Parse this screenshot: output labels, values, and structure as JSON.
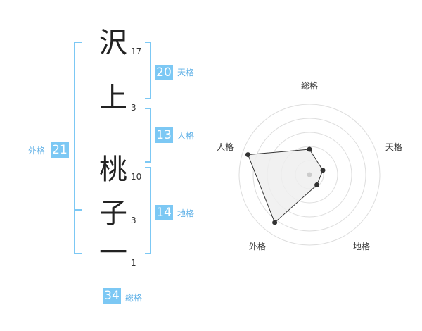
{
  "name_chars": [
    {
      "char": "沢",
      "strokes": "17"
    },
    {
      "char": "上",
      "strokes": "3"
    },
    {
      "char": "桃",
      "strokes": "10"
    },
    {
      "char": "子",
      "strokes": "3"
    },
    {
      "char": "一",
      "strokes": "1"
    }
  ],
  "fortunes": {
    "tenkaku": {
      "value": "20",
      "label": "天格"
    },
    "jinkaku": {
      "value": "13",
      "label": "人格"
    },
    "chikaku": {
      "value": "14",
      "label": "地格"
    },
    "gaikaku": {
      "value": "21",
      "label": "外格"
    },
    "soukaku": {
      "value": "34",
      "label": "総格"
    }
  },
  "colors": {
    "accent": "#7cc8f4",
    "label": "#5aaee6",
    "ring": "#dddddd",
    "fill": "#eeeeee"
  },
  "chart_data": {
    "type": "radar",
    "axes": [
      "総格",
      "天格",
      "地格",
      "外格",
      "人格"
    ],
    "values": [
      1.8,
      1.0,
      0.9,
      4.2,
      4.6
    ],
    "rmax": 5
  }
}
